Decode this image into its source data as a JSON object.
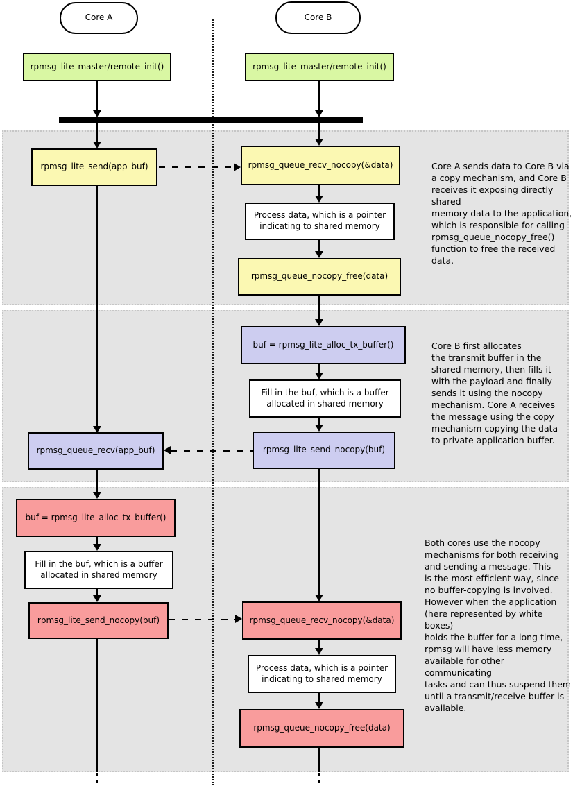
{
  "colors": {
    "green": "#d9f7a3",
    "yellow": "#fbf8b2",
    "lavender": "#cdcdf0",
    "pink": "#f99c9c",
    "band_bg": "#e4e4e4",
    "line": "#000000"
  },
  "cores": {
    "a": {
      "label": "Core A"
    },
    "b": {
      "label": "Core B"
    }
  },
  "init": {
    "core_a": "rpmsg_lite_master/remote_init()",
    "core_b": "rpmsg_lite_master/remote_init()"
  },
  "phases": [
    {
      "core_a_send": "rpmsg_lite_send(app_buf)",
      "core_b_recv": "rpmsg_queue_recv_nocopy(&data)",
      "core_b_process_lines": [
        "Process data, which is a pointer",
        "indicating to shared memory"
      ],
      "core_b_free": "rpmsg_queue_nocopy_free(data)",
      "note_lines": [
        "Core A sends data to Core B via",
        "a copy mechanism, and Core B",
        "receives it exposing directly shared",
        "memory data to the application,",
        "which is responsible for calling",
        "rpmsg_queue_nocopy_free()",
        "function to free the received data."
      ]
    },
    {
      "core_b_alloc": "buf = rpmsg_lite_alloc_tx_buffer()",
      "core_b_fill_lines": [
        "Fill in the buf, which is a buffer",
        "allocated in shared memory"
      ],
      "core_b_send": "rpmsg_lite_send_nocopy(buf)",
      "core_a_recv": "rpmsg_queue_recv(app_buf)",
      "note_lines": [
        "Core B first allocates",
        "the transmit buffer in the",
        "shared memory, then fills it",
        "with the payload and finally",
        "sends it using the nocopy",
        "mechanism. Core A receives",
        "the message using the copy",
        "mechanism copying the data",
        "to private application buffer."
      ]
    },
    {
      "core_a_alloc": "buf = rpmsg_lite_alloc_tx_buffer()",
      "core_a_fill_lines": [
        "Fill in the buf, which is a buffer",
        "allocated in shared memory"
      ],
      "core_a_send": "rpmsg_lite_send_nocopy(buf)",
      "core_b_recv": "rpmsg_queue_recv_nocopy(&data)",
      "core_b_process_lines": [
        "Process data, which is a pointer",
        "indicating to shared memory"
      ],
      "core_b_free": "rpmsg_queue_nocopy_free(data)",
      "note_lines": [
        "Both cores use the nocopy",
        "mechanisms for both receiving",
        "and sending a message. This",
        "is the most efficient way, since",
        "no buffer-copying is involved.",
        "However when the application",
        "(here represented by white boxes)",
        "holds the buffer for a long time,",
        "rpmsg will have less memory",
        "available for other communicating",
        "tasks and can thus suspend them",
        "until a transmit/receive buffer is",
        "available."
      ]
    }
  ]
}
